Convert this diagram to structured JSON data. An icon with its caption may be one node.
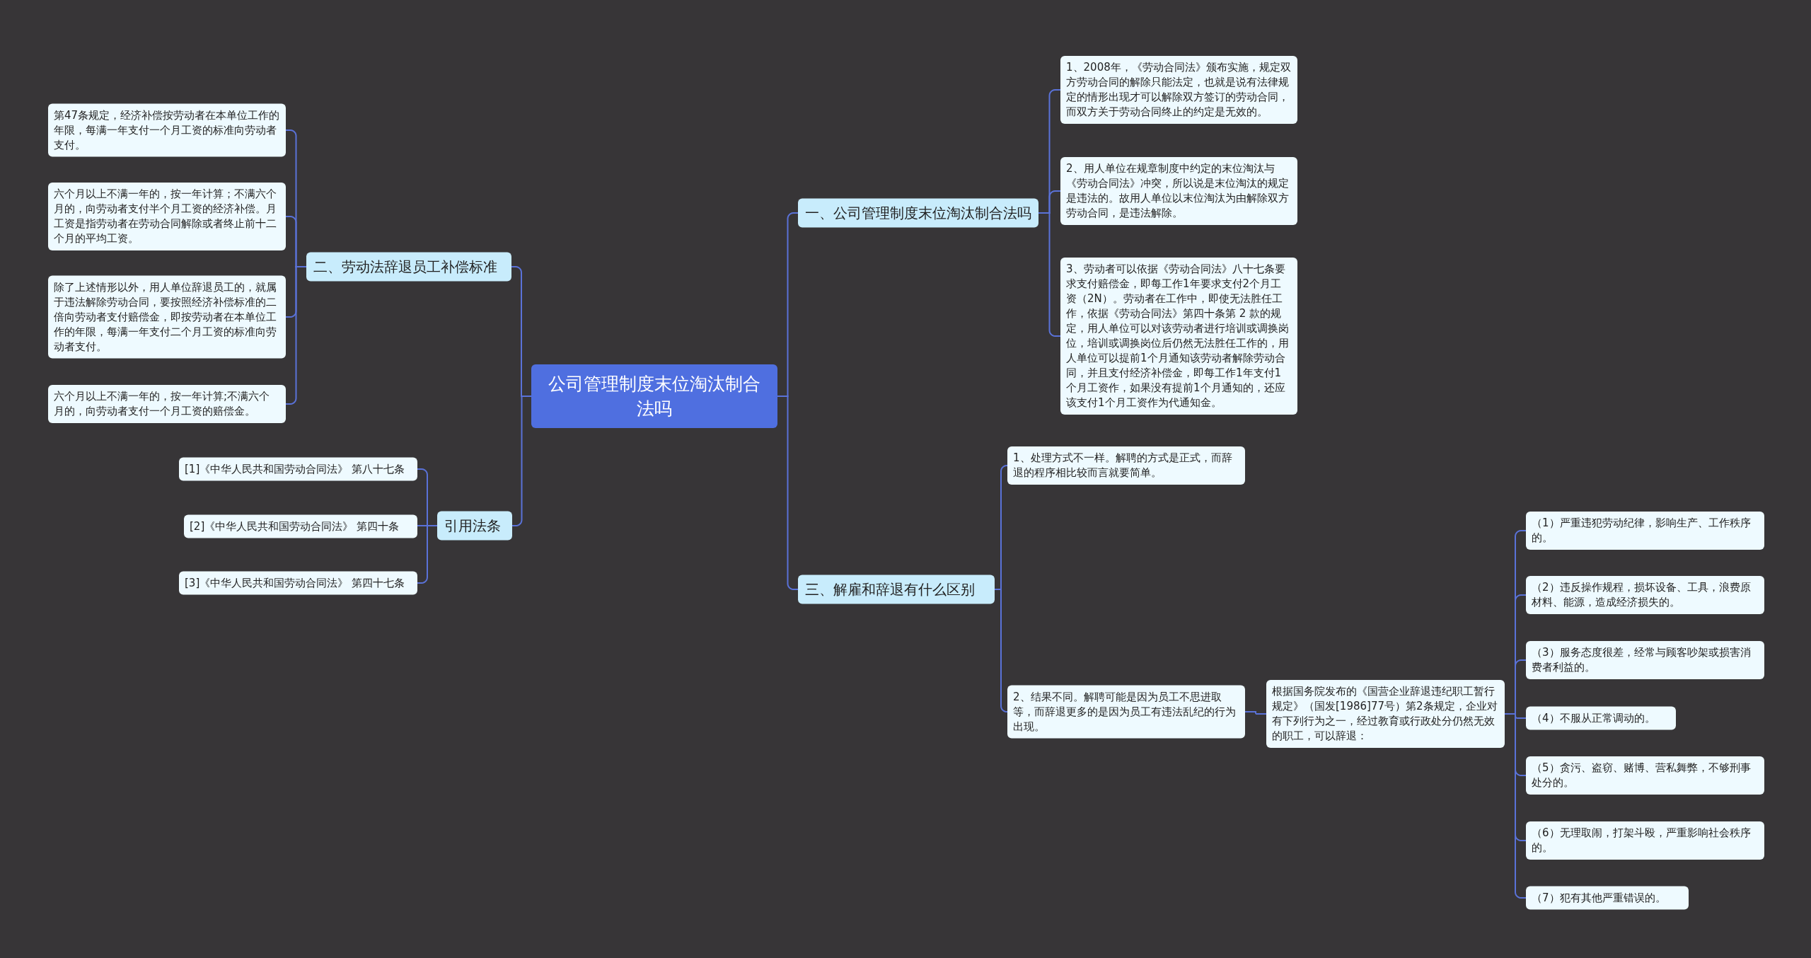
{
  "diagram": {
    "nodes": [
      {
        "text": [
          "公司管理制度末位淘汰制合法吗"
        ]
      },
      {
        "text": [
          "一、公司管理制度末位淘汰制合法吗"
        ]
      },
      {
        "text": [
          "1、2008年，《劳动合同法》颁布实施，规定双方劳动合同的解除只能法定，也就是说有法律规定的情形出现才可以解除双方签订的劳动合同，而双方关于劳动合同终止的约定是无效的。"
        ]
      },
      {
        "text": [
          "2、用人单位在规章制度中约定的末位淘汰与《劳动合同法》冲突，所以说是末位淘汰的规定是违法的。故用人单位以末位淘汰为由解除双方劳动合同，是违法解除。"
        ]
      },
      {
        "text": [
          "3、劳动者可以依据《劳动合同法》八十七条要求支付赔偿金，即每工作1年要求支付2个月工资（2N）。劳动者在工作中，即使无法胜任工作，依据《劳动合同法》第四十条第 2 款的规定，用人单位可以对该劳动者进行培训或调换岗位，培训或调换岗位后仍然无法胜任工作的，用人单位可以提前1个月通知该劳动者解除劳动合同，并且支付经济补偿金，即每工作1年支付1个月工资作，如果没有提前1个月通知的，还应该支付1个月工资作为代通知金。"
        ]
      },
      {
        "text": [
          "三、解雇和辞退有什么区别"
        ]
      },
      {
        "text": [
          "1、处理方式不一样。解聘的方式是正式，而辞退的程序相比较而言就要简单。"
        ]
      },
      {
        "text": [
          "2、结果不同。解聘可能是因为员工不思进取等，而辞退更多的是因为员工有违法乱纪的行为出现。"
        ]
      },
      {
        "text": [
          "根据国务院发布的《国营企业辞退违纪职工暂行规定》（国发[1986]77号）第2条规定，企业对有下列行为之一，经过教育或行政处分仍然无效的职工，可以辞退："
        ]
      },
      {
        "text": [
          "（1）严重违犯劳动纪律，影响生产、工作秩序的。"
        ]
      },
      {
        "text": [
          "（2）违反操作规程，损坏设备、工具，浪费原材料、能源，造成经济损失的。"
        ]
      },
      {
        "text": [
          "（3）服务态度很差，经常与顾客吵架或损害消费者利益的。"
        ]
      },
      {
        "text": [
          "（4）不服从正常调动的。"
        ]
      },
      {
        "text": [
          "（5）贪污、盗窃、赌博、营私舞弊，不够刑事处分的。"
        ]
      },
      {
        "text": [
          "（6）无理取闹，打架斗殴，严重影响社会秩序的。"
        ]
      },
      {
        "text": [
          "（7）犯有其他严重错误的。"
        ]
      },
      {
        "text": [
          "二、劳动法辞退员工补偿标准"
        ]
      },
      {
        "text": [
          "第47条规定，经济补偿按劳动者在本单位工作的年限，每满一年支付一个月工资的标准向劳动者支付。"
        ]
      },
      {
        "text": [
          "六个月以上不满一年的，按一年计算；不满六个月的，向劳动者支付半个月工资的经济补偿。月工资是指劳动者在劳动合同解除或者终止前十二个月的平均工资。"
        ]
      },
      {
        "text": [
          "除了上述情形以外，用人单位辞退员工的，就属于违法解除劳动合同，要按照经济补偿标准的二倍向劳动者支付赔偿金，即按劳动者在本单位工作的年限，每满一年支付二个月工资的标准向劳动者支付。"
        ]
      },
      {
        "text": [
          "六个月以上不满一年的，按一年计算;不满六个月的，向劳动者支付一个月工资的赔偿金。"
        ]
      },
      {
        "text": [
          "引用法条"
        ]
      },
      {
        "text": [
          "[1]《中华人民共和国劳动合同法》 第八十七条"
        ]
      },
      {
        "text": [
          "[2]《中华人民共和国劳动合同法》 第四十条"
        ]
      },
      {
        "text": [
          "[3]《中华人民共和国劳动合同法》 第四十七条"
        ]
      }
    ],
    "edges": [
      {
        "from": 0,
        "to": 1,
        "arrow": "none"
      },
      {
        "from": 1,
        "to": 2,
        "arrow": "none"
      },
      {
        "from": 1,
        "to": 3,
        "arrow": "none"
      },
      {
        "from": 1,
        "to": 4,
        "arrow": "none"
      },
      {
        "from": 0,
        "to": 5,
        "arrow": "none"
      },
      {
        "from": 5,
        "to": 6,
        "arrow": "none"
      },
      {
        "from": 5,
        "to": 7,
        "arrow": "none"
      },
      {
        "from": 7,
        "to": 8,
        "arrow": "none"
      },
      {
        "from": 8,
        "to": 9,
        "arrow": "none"
      },
      {
        "from": 8,
        "to": 10,
        "arrow": "none"
      },
      {
        "from": 8,
        "to": 11,
        "arrow": "none"
      },
      {
        "from": 8,
        "to": 12,
        "arrow": "none"
      },
      {
        "from": 8,
        "to": 13,
        "arrow": "none"
      },
      {
        "from": 8,
        "to": 14,
        "arrow": "none"
      },
      {
        "from": 8,
        "to": 15,
        "arrow": "none"
      },
      {
        "from": 0,
        "to": 16,
        "arrow": "none"
      },
      {
        "from": 16,
        "to": 17,
        "arrow": "none"
      },
      {
        "from": 16,
        "to": 18,
        "arrow": "none"
      },
      {
        "from": 16,
        "to": 19,
        "arrow": "none"
      },
      {
        "from": 16,
        "to": 20,
        "arrow": "none"
      },
      {
        "from": 0,
        "to": 21,
        "arrow": "none"
      },
      {
        "from": 21,
        "to": 22,
        "arrow": "none"
      },
      {
        "from": 21,
        "to": 23,
        "arrow": "none"
      },
      {
        "from": 21,
        "to": 24,
        "arrow": "none"
      }
    ]
  }
}
